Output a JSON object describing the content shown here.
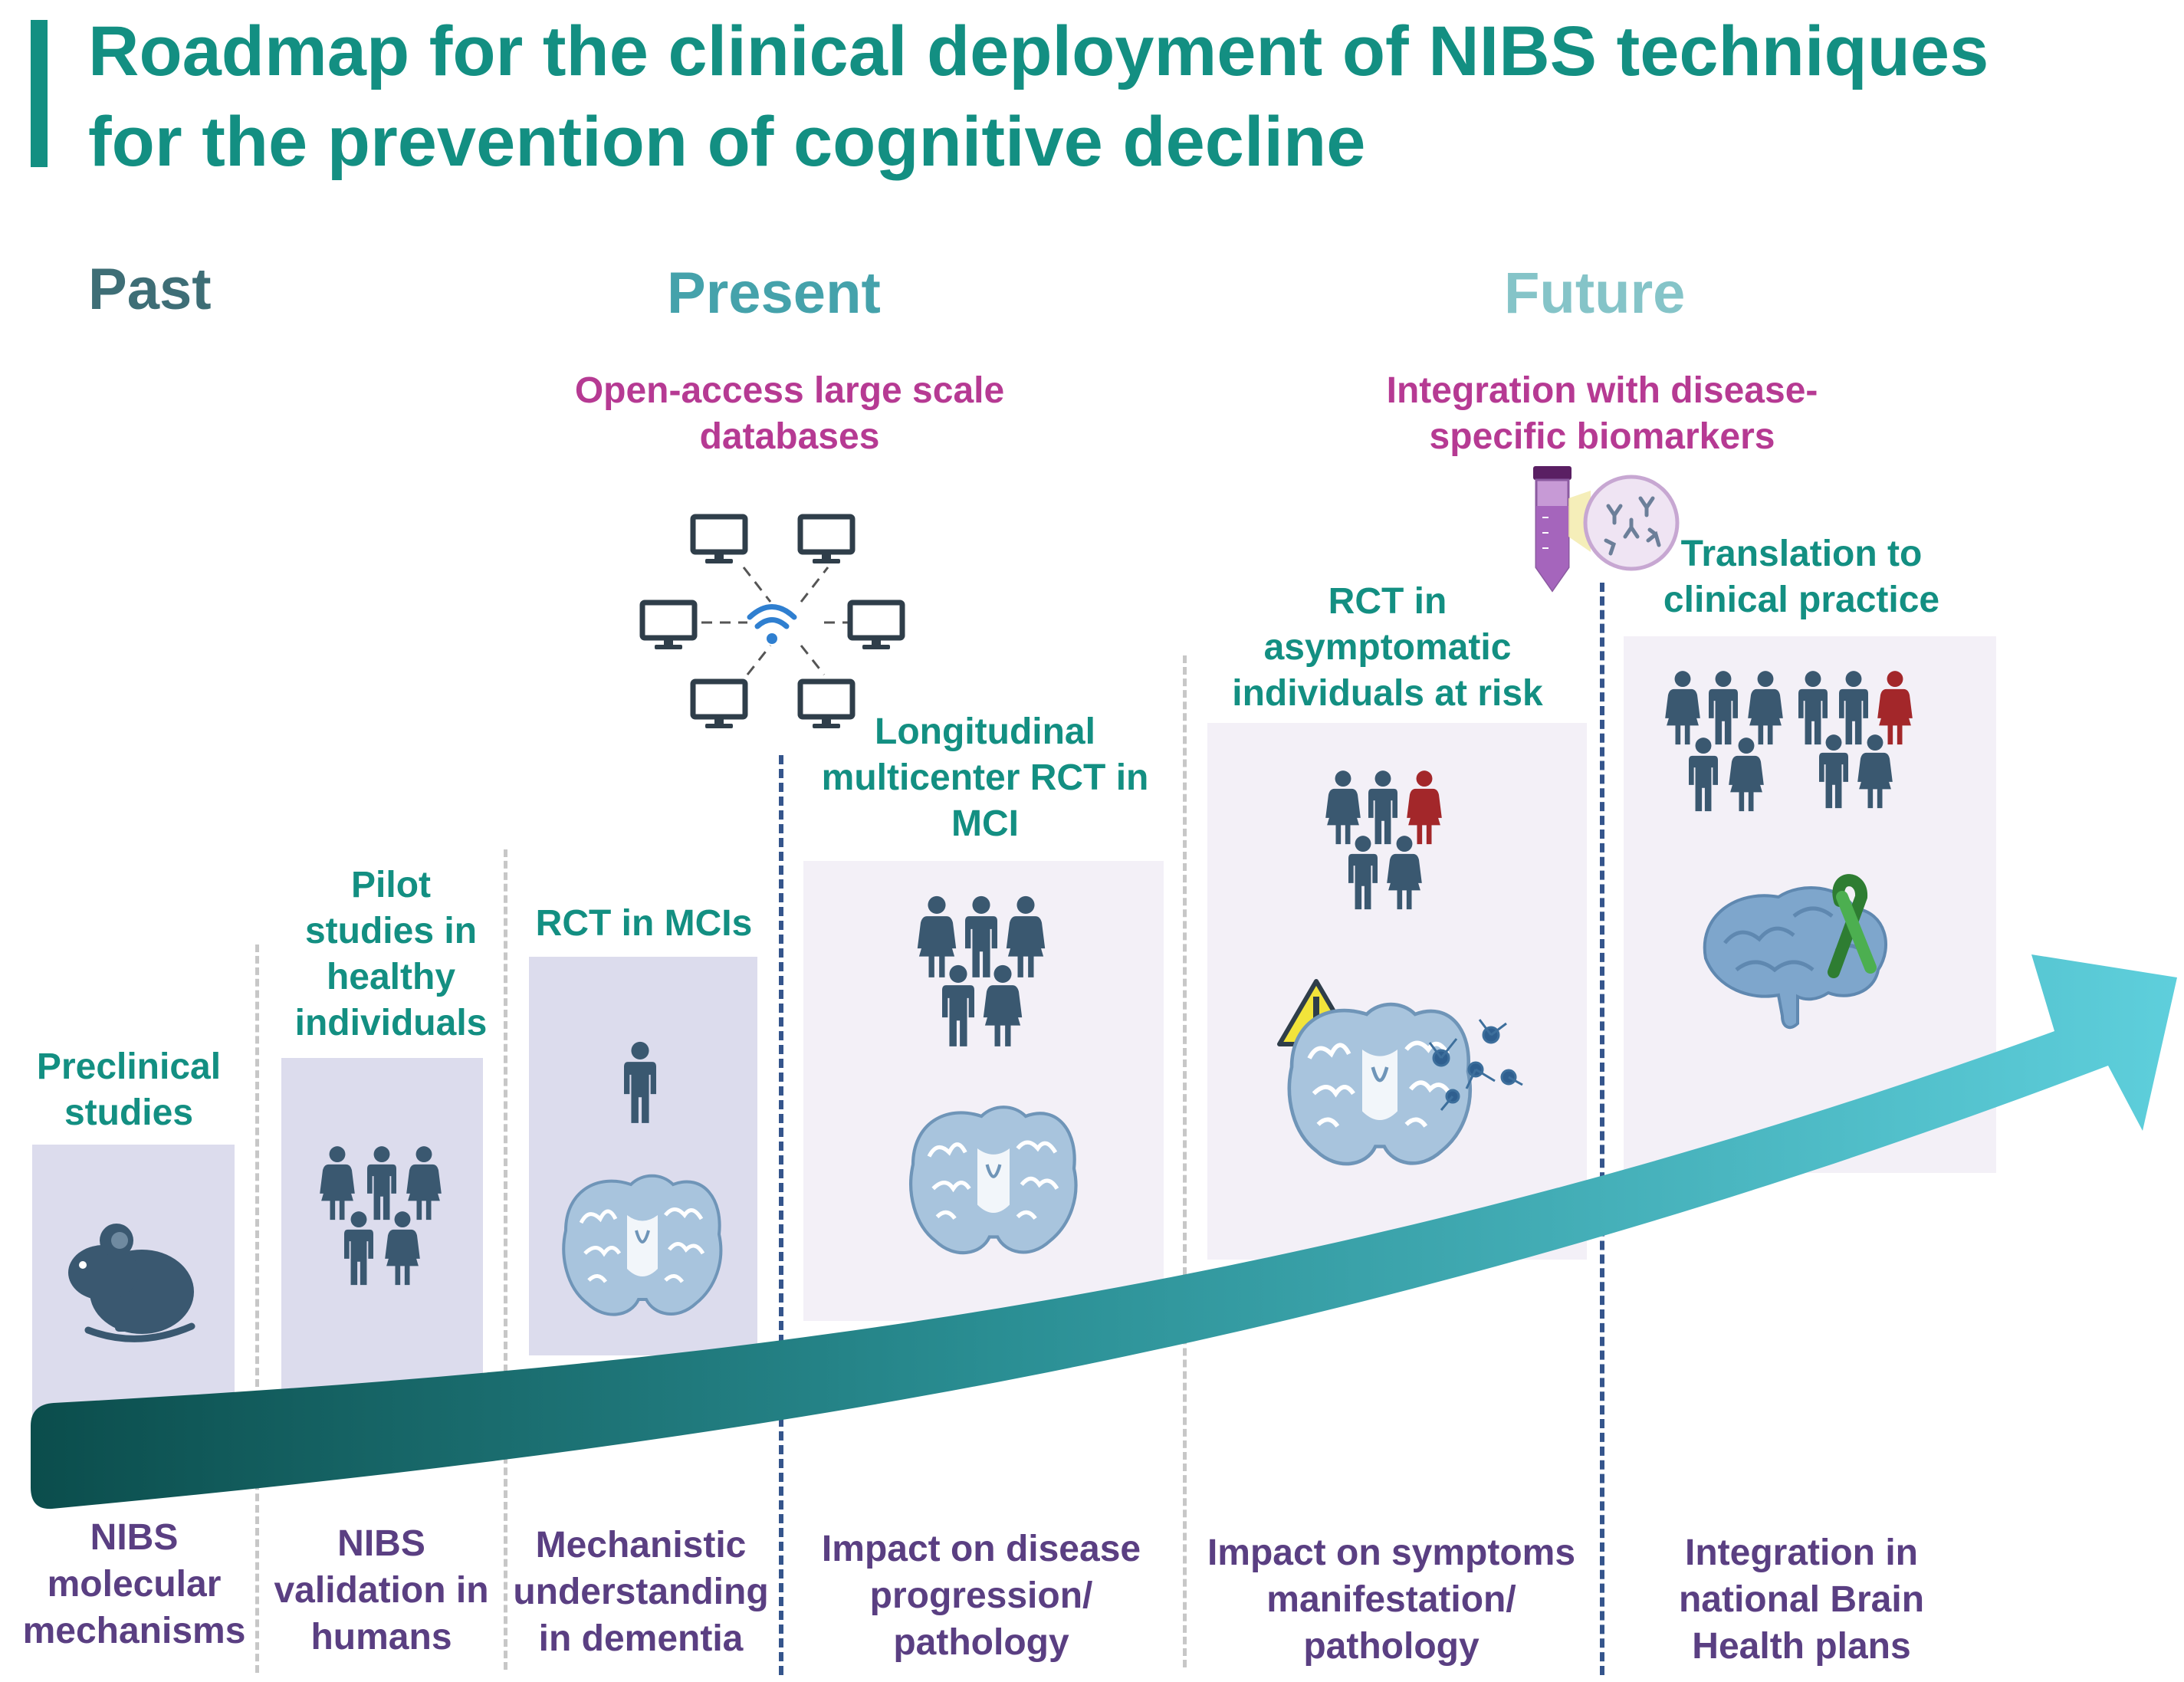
{
  "title": {
    "line1": "Roadmap for the clinical deployment of NIBS techniques",
    "line2": "for the prevention of cognitive decline"
  },
  "eras": {
    "past": "Past",
    "present": "Present",
    "future": "Future"
  },
  "highlights": {
    "databases": {
      "line1": "Open-access large scale",
      "line2": "databases"
    },
    "biomarkers": {
      "line1": "Integration with disease-",
      "line2": "specific biomarkers"
    }
  },
  "stages": [
    {
      "lines": [
        "Preclinical",
        "studies"
      ],
      "bottom": [
        "NIBS",
        "molecular",
        "mechanisms"
      ]
    },
    {
      "lines": [
        "Pilot",
        "studies in",
        "healthy",
        "individuals"
      ],
      "bottom": [
        "NIBS",
        "validation in",
        "humans"
      ]
    },
    {
      "lines": [
        "RCT in MCIs"
      ],
      "bottom": [
        "Mechanistic",
        "understanding",
        "in dementia"
      ]
    },
    {
      "lines": [
        "Longitudinal",
        "multicenter RCT in",
        "MCI"
      ],
      "bottom": [
        "Impact on disease",
        "progression/",
        "pathology"
      ]
    },
    {
      "lines": [
        "RCT in",
        "asymptomatic",
        "individuals at risk"
      ],
      "bottom": [
        "Impact on symptoms",
        "manifestation/",
        "pathology"
      ]
    },
    {
      "lines": [
        "Translation to",
        "clinical practice"
      ],
      "bottom": [
        "Integration in",
        "national Brain",
        "Health plans"
      ]
    }
  ],
  "icons": {
    "mouse": "mouse-icon",
    "people": "people-group-icon",
    "person": "person-icon",
    "brain_slice": "brain-slice-icon",
    "computer": "computer-icon",
    "wifi": "wifi-icon",
    "warning": "warning-icon",
    "test_tube": "test-tube-icon",
    "brain": "brain-icon",
    "ribbon": "awareness-ribbon-icon"
  },
  "colors": {
    "title": "#138f82",
    "stage_label": "#138f82",
    "highlight": "#b63a93",
    "bottom_label": "#5a3f82",
    "icon": "#3a5870",
    "at_risk_person": "#a3272a",
    "arrow_start": "#0b4d4c",
    "arrow_end": "#5ecfdc"
  }
}
